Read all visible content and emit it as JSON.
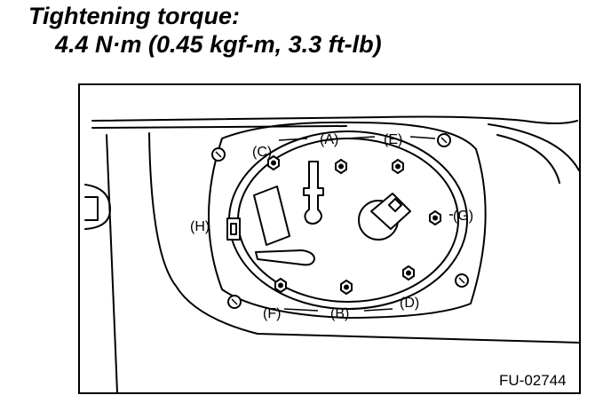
{
  "header": {
    "title": "Tightening torque:",
    "torque_value": "4.4 N·m (0.45 kgf-m, 3.3 ft-lb)"
  },
  "diagram": {
    "callouts": {
      "A": "(A)",
      "B": "(B)",
      "C": "(C)",
      "D": "(D)",
      "E": "(E)",
      "F": "(F)",
      "G": "(G)",
      "H": "(H)"
    },
    "figure_code": "FU-02744"
  }
}
